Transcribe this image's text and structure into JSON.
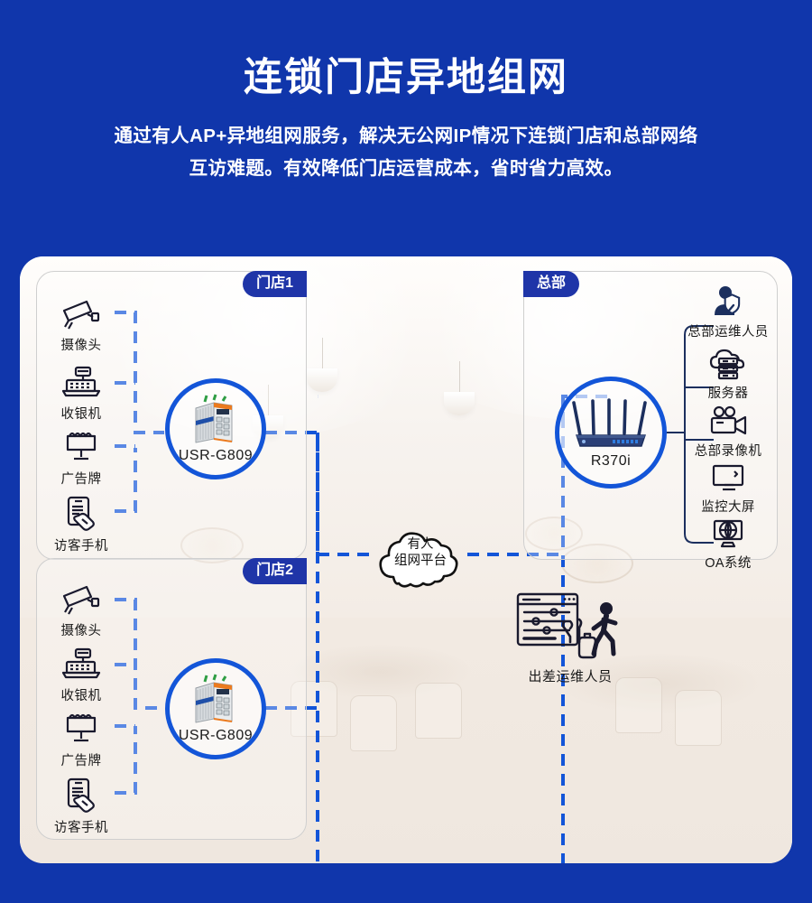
{
  "header": {
    "title": "连锁门店异地组网",
    "subtitle_line1": "通过有人AP+异地组网服务，解决无公网IP情况下连锁门店和总部网络",
    "subtitle_line2": "互访难题。有效降低门店运营成本，省时省力高效。"
  },
  "colors": {
    "background_blue": "#1036ab",
    "badge_blue": "#1f35a8",
    "link_blue": "#1355d8",
    "panel_white": "#fdfcfb",
    "icon_dark": "#1a1a2e"
  },
  "stores": [
    {
      "badge": "门店1",
      "router": {
        "name": "USR-G809",
        "icon": "industrial-router-icon"
      },
      "devices": [
        {
          "label": "摄像头",
          "icon": "cctv-camera-icon"
        },
        {
          "label": "收银机",
          "icon": "cash-register-icon"
        },
        {
          "label": "广告牌",
          "icon": "billboard-icon"
        },
        {
          "label": "访客手机",
          "icon": "guest-phone-icon"
        }
      ]
    },
    {
      "badge": "门店2",
      "router": {
        "name": "USR-G809",
        "icon": "industrial-router-icon"
      },
      "devices": [
        {
          "label": "摄像头",
          "icon": "cctv-camera-icon"
        },
        {
          "label": "收银机",
          "icon": "cash-register-icon"
        },
        {
          "label": "广告牌",
          "icon": "billboard-icon"
        },
        {
          "label": "访客手机",
          "icon": "guest-phone-icon"
        }
      ]
    }
  ],
  "headquarters": {
    "badge": "总部",
    "router": {
      "name": "R370i",
      "icon": "wifi-router-icon"
    },
    "items": [
      {
        "label": "总部运维人员",
        "icon": "operations-staff-icon"
      },
      {
        "label": "服务器",
        "icon": "cloud-server-icon"
      },
      {
        "label": "总部录像机",
        "icon": "video-recorder-icon"
      },
      {
        "label": "监控大屏",
        "icon": "monitor-screen-icon"
      },
      {
        "label": "OA系统",
        "icon": "oa-globe-icon"
      }
    ]
  },
  "cloud": {
    "line1": "有人",
    "line2": "组网平台",
    "icon": "cloud-icon"
  },
  "traveler": {
    "label": "出差运维人员",
    "icon": "travelling-engineer-icon"
  }
}
